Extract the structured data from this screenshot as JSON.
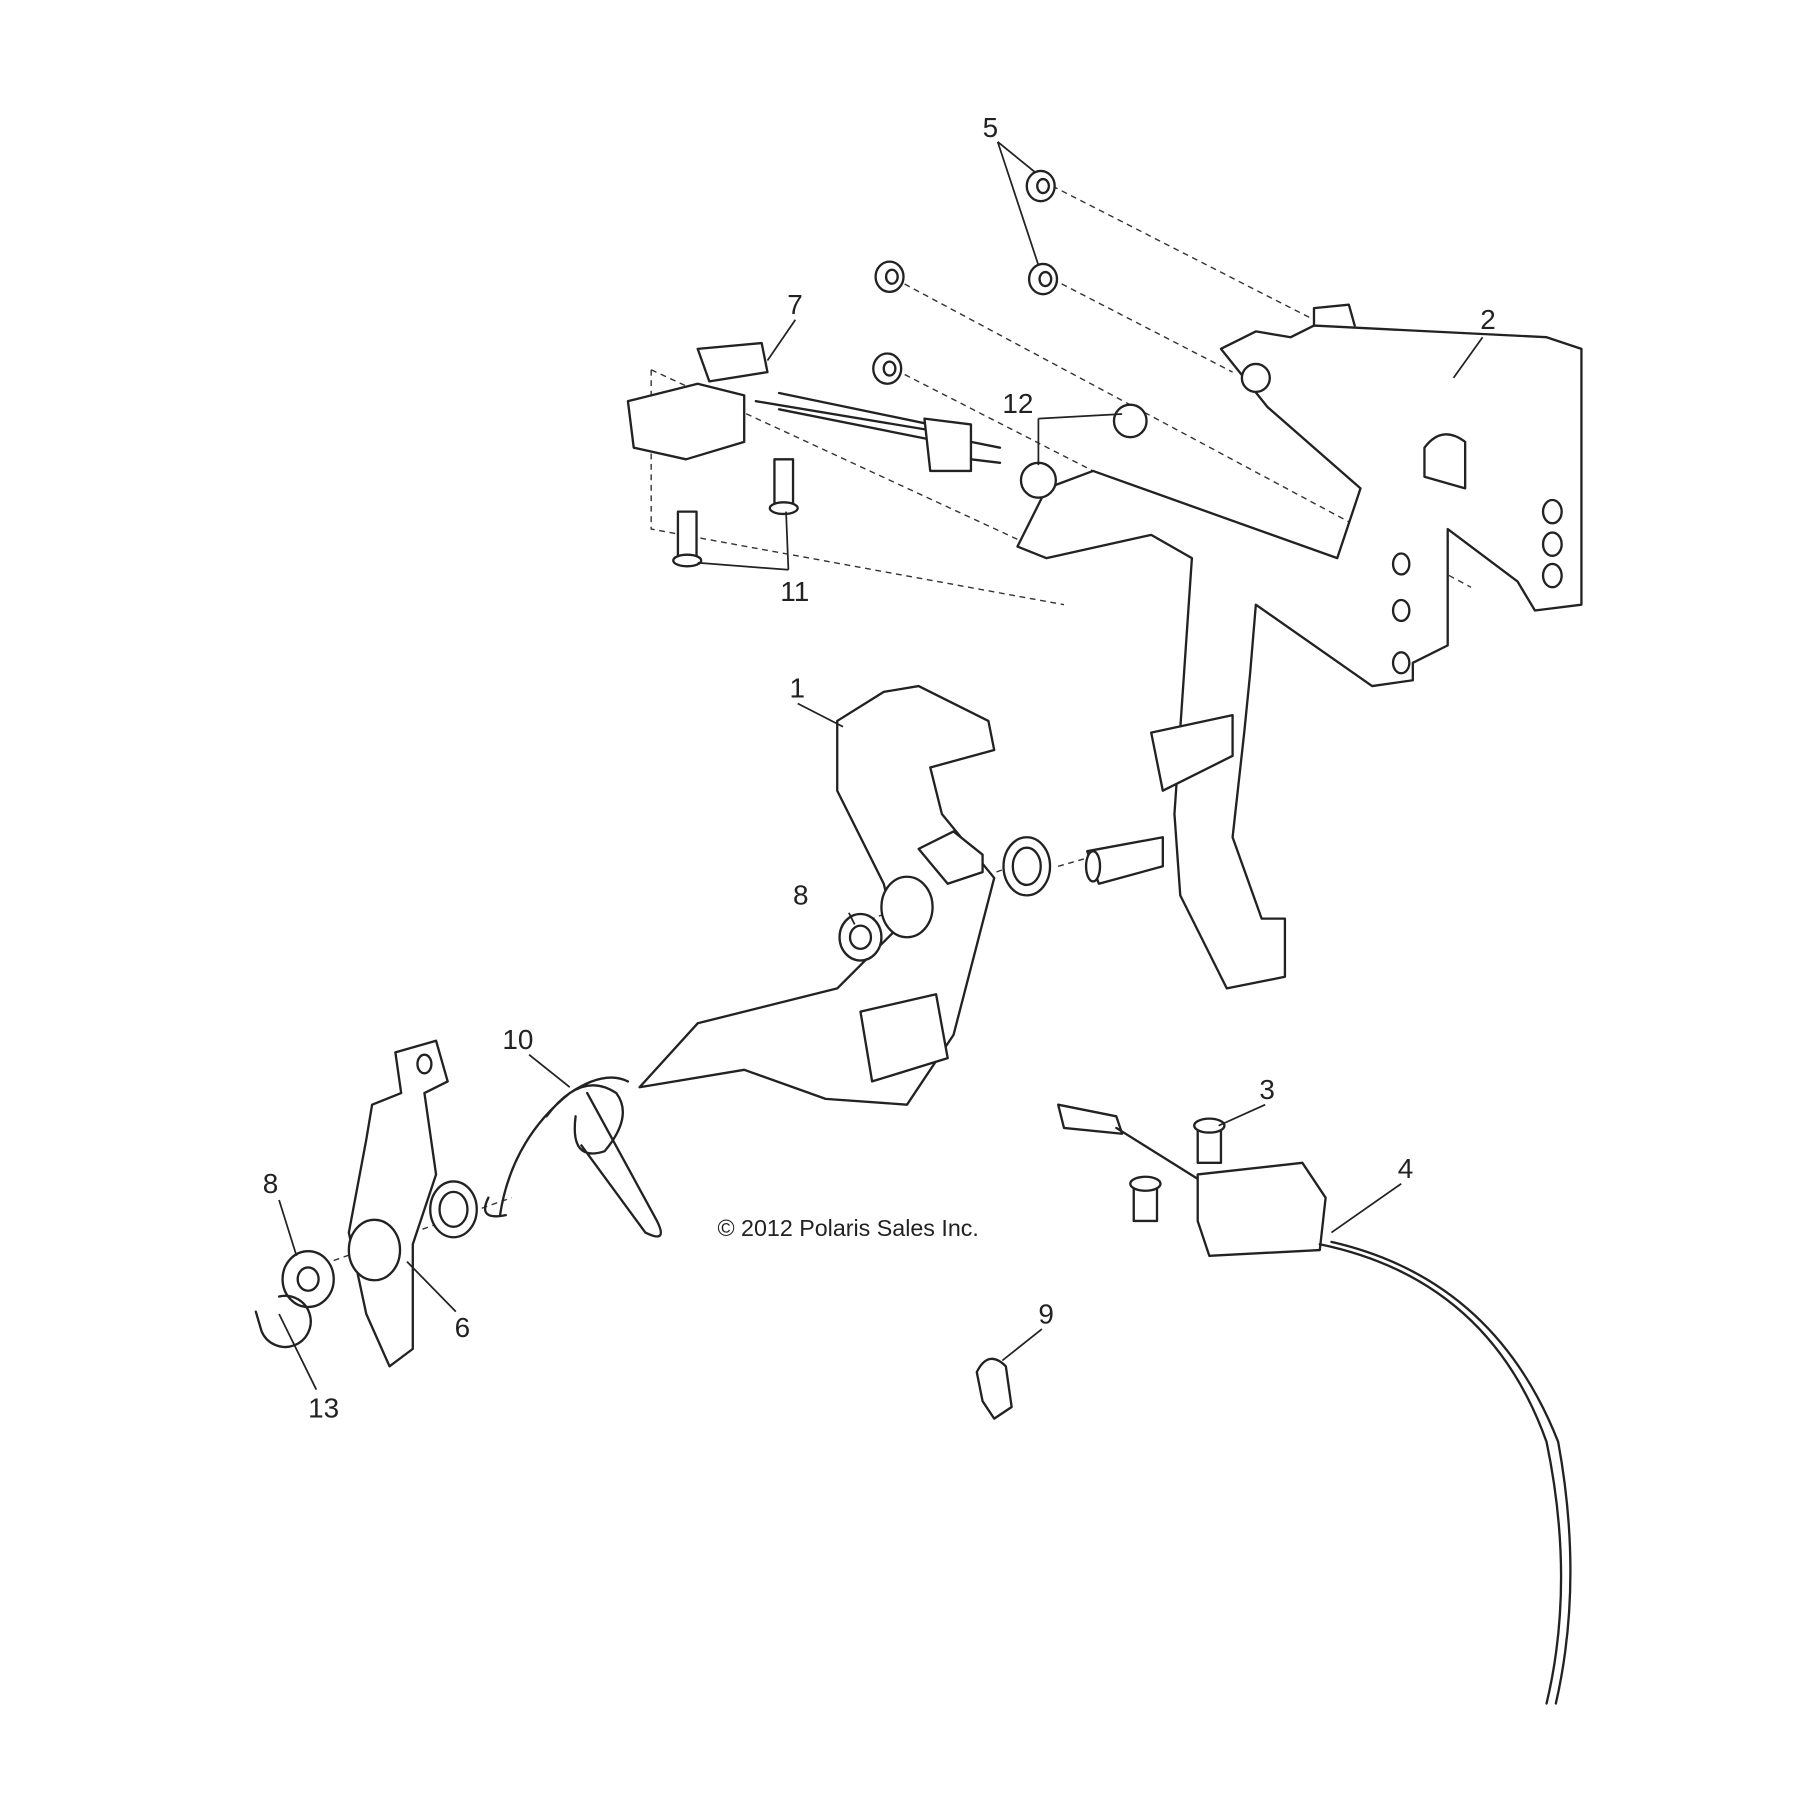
{
  "diagram": {
    "copyright": "© 2012 Polaris Sales Inc.",
    "callouts": {
      "c1": "1",
      "c2": "2",
      "c3": "3",
      "c4": "4",
      "c5": "5",
      "c6": "6",
      "c7": "7",
      "c8a": "8",
      "c8b": "8",
      "c9": "9",
      "c10": "10",
      "c11": "11",
      "c12": "12",
      "c13": "13"
    }
  }
}
